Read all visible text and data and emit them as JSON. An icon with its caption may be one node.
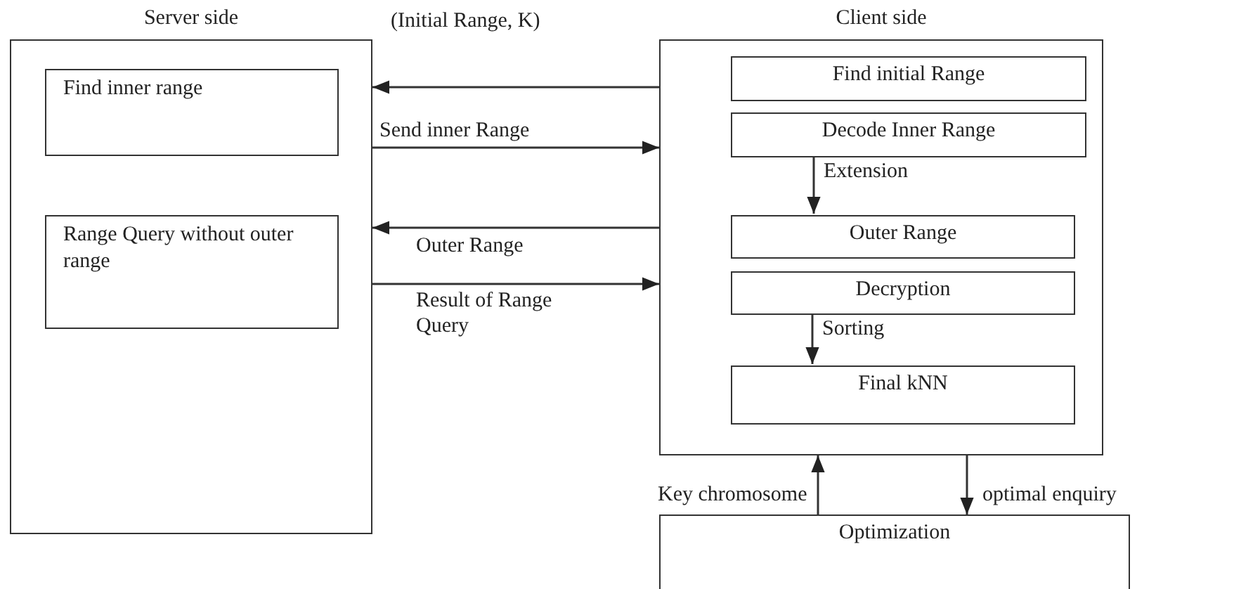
{
  "diagram": {
    "nodes": [
      {
        "text": [
          "Server side"
        ]
      },
      {
        "text": [
          "Find inner range"
        ],
        "in": 0
      },
      {
        "text": [
          "Range Query without outer range"
        ],
        "in": 0
      },
      {
        "text": [
          "Client side"
        ]
      },
      {
        "text": [
          "Find initial Range"
        ],
        "in": 3
      },
      {
        "text": [
          "Decode Inner Range"
        ],
        "in": 3
      },
      {
        "text": [
          "Outer Range"
        ],
        "in": 3
      },
      {
        "text": [
          "Decryption"
        ],
        "in": 3
      },
      {
        "text": [
          "Final kNN"
        ],
        "in": 3
      },
      {
        "text": [
          "Optimization"
        ]
      }
    ],
    "edges": [
      {
        "from": 3,
        "to": 0,
        "arrow": "to",
        "label": "(Initial Range, K)"
      },
      {
        "from": 0,
        "to": 3,
        "arrow": "to",
        "label": "Send inner Range"
      },
      {
        "from": 3,
        "to": 0,
        "arrow": "to",
        "label": "Outer Range"
      },
      {
        "from": 0,
        "to": 3,
        "arrow": "to",
        "label": "Result of Range Query"
      },
      {
        "from": 5,
        "to": 6,
        "arrow": "to",
        "label": "Extension"
      },
      {
        "from": 7,
        "to": 8,
        "arrow": "to",
        "label": "Sorting"
      },
      {
        "from": 9,
        "to": 3,
        "arrow": "to",
        "label": "Key chromosome"
      },
      {
        "from": 3,
        "to": 9,
        "arrow": "to",
        "label": "optimal enquiry"
      }
    ]
  }
}
